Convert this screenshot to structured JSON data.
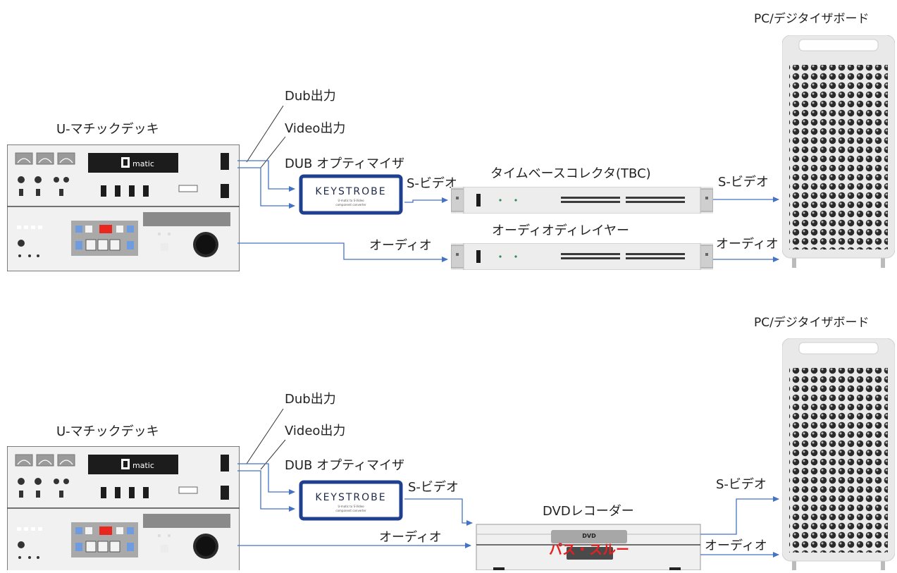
{
  "top": {
    "deck_label": "U-マチックデッキ",
    "deck_logo_prefix": "U",
    "deck_logo_text": "matic",
    "dub_out": "Dub出力",
    "video_out": "Video出力",
    "optimizer_label": "DUB オプティマイザ",
    "keystrobe_title": "KEYSTROBE",
    "keystrobe_sub1": "U-matic to S-Video",
    "keystrobe_sub2": "component converter",
    "svideo_1": "S-ビデオ",
    "tbc_label": "タイムベースコレクタ(TBC)",
    "svideo_2": "S-ビデオ",
    "audio_delay_label": "オーディオディレイヤー",
    "audio_1": "オーディオ",
    "audio_2": "オーディオ",
    "pc_label": "PC/デジタイザボード"
  },
  "bottom": {
    "deck_label": "U-マチックデッキ",
    "deck_logo_prefix": "U",
    "deck_logo_text": "matic",
    "dub_out": "Dub出力",
    "video_out": "Video出力",
    "optimizer_label": "DUB オプティマイザ",
    "keystrobe_title": "KEYSTROBE",
    "keystrobe_sub1": "U-matic to S-Video",
    "keystrobe_sub2": "component converter",
    "svideo_1": "S-ビデオ",
    "dvd_label": "DVDレコーダー",
    "dvd_logo": "DVD",
    "passthrough": "パス・スルー",
    "svideo_2": "S-ビデオ",
    "audio_1": "オーディオ",
    "audio_2": "オーディオ",
    "pc_label": "PC/デジタイザボード"
  },
  "colors": {
    "arrow": "#4472c4",
    "keystrobe_border": "#1f3f8f",
    "passthrough": "#e52020",
    "record_button": "#e8281e"
  }
}
